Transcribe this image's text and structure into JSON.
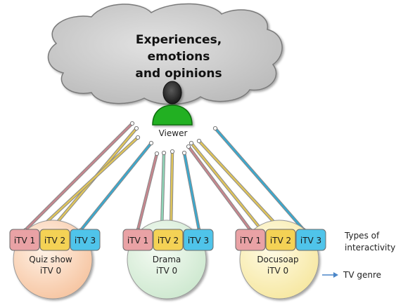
{
  "cloud": {
    "lines": [
      "Experiences,",
      "emotions",
      "and opinions"
    ]
  },
  "viewer": {
    "label": "Viewer"
  },
  "genres": [
    {
      "name": "Quiz show",
      "itv0": "iTV 0",
      "color": "#fbd3b4",
      "boxes": [
        {
          "label": "iTV 1",
          "color": "#e9a2a5"
        },
        {
          "label": "iTV 2",
          "color": "#f4d255"
        },
        {
          "label": "iTV 3",
          "color": "#4fc4ea"
        }
      ]
    },
    {
      "name": "Drama",
      "itv0": "iTV 0",
      "color": "#d8efd8",
      "boxes": [
        {
          "label": "iTV 1",
          "color": "#e9a2a5"
        },
        {
          "label": "iTV 2",
          "color": "#f4d255"
        },
        {
          "label": "iTV 3",
          "color": "#4fc4ea"
        }
      ]
    },
    {
      "name": "Docusoap",
      "itv0": "iTV 0",
      "color": "#fbf2b8",
      "boxes": [
        {
          "label": "iTV 1",
          "color": "#e9a2a5"
        },
        {
          "label": "iTV 2",
          "color": "#f4d255"
        },
        {
          "label": "iTV 3",
          "color": "#4fc4ea"
        }
      ]
    }
  ],
  "legend": {
    "types_line1": "Types of",
    "types_line2": "interactivity",
    "genre": "TV genre"
  },
  "colors": {
    "cloud_fill": "#c9c9c9",
    "viewer_body": "#22b022",
    "arrow_pink": "#c8868e",
    "arrow_yellow": "#e0c55a",
    "arrow_green": "#8fd6b8",
    "arrow_blue": "#3aa9cf",
    "legend_arrow": "#4a86c8"
  }
}
